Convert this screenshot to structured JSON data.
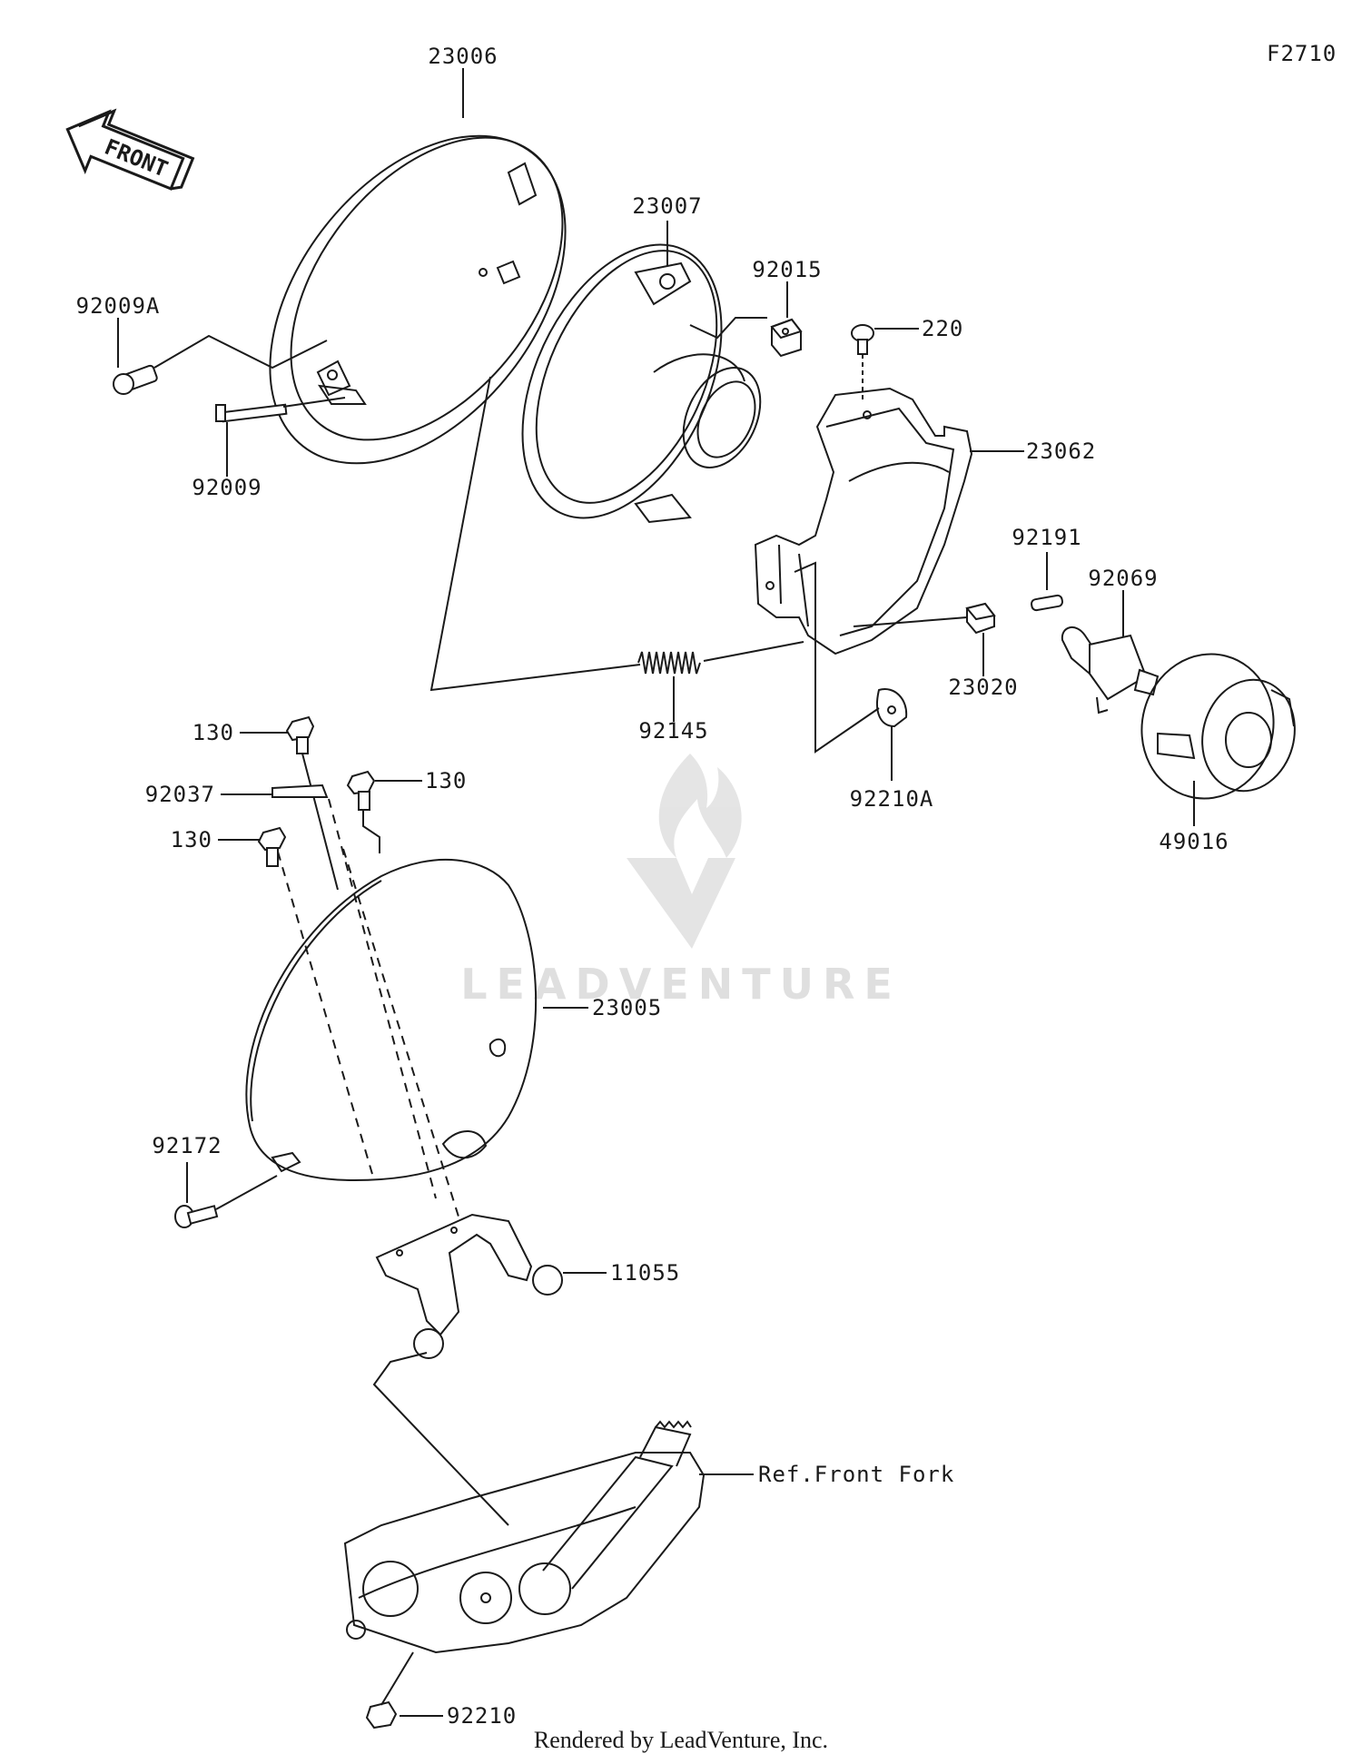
{
  "figure_code": "F2710",
  "front_label": "FRONT",
  "footer": "Rendered by LeadVenture, Inc.",
  "watermark": "LEADVENTURE",
  "labels": {
    "p23006": "23006",
    "p92009A": "92009A",
    "p92009": "92009",
    "p23007": "23007",
    "p92015": "92015",
    "p220": "220",
    "p23062": "23062",
    "p92191": "92191",
    "p92069": "92069",
    "p23020": "23020",
    "p92145": "92145",
    "p92210A": "92210A",
    "p49016": "49016",
    "p130a": "130",
    "p92037": "92037",
    "p130b": "130",
    "p130c": "130",
    "p23005": "23005",
    "p92172": "92172",
    "p11055": "11055",
    "ref_front_fork": "Ref.Front Fork",
    "p92210": "92210"
  }
}
